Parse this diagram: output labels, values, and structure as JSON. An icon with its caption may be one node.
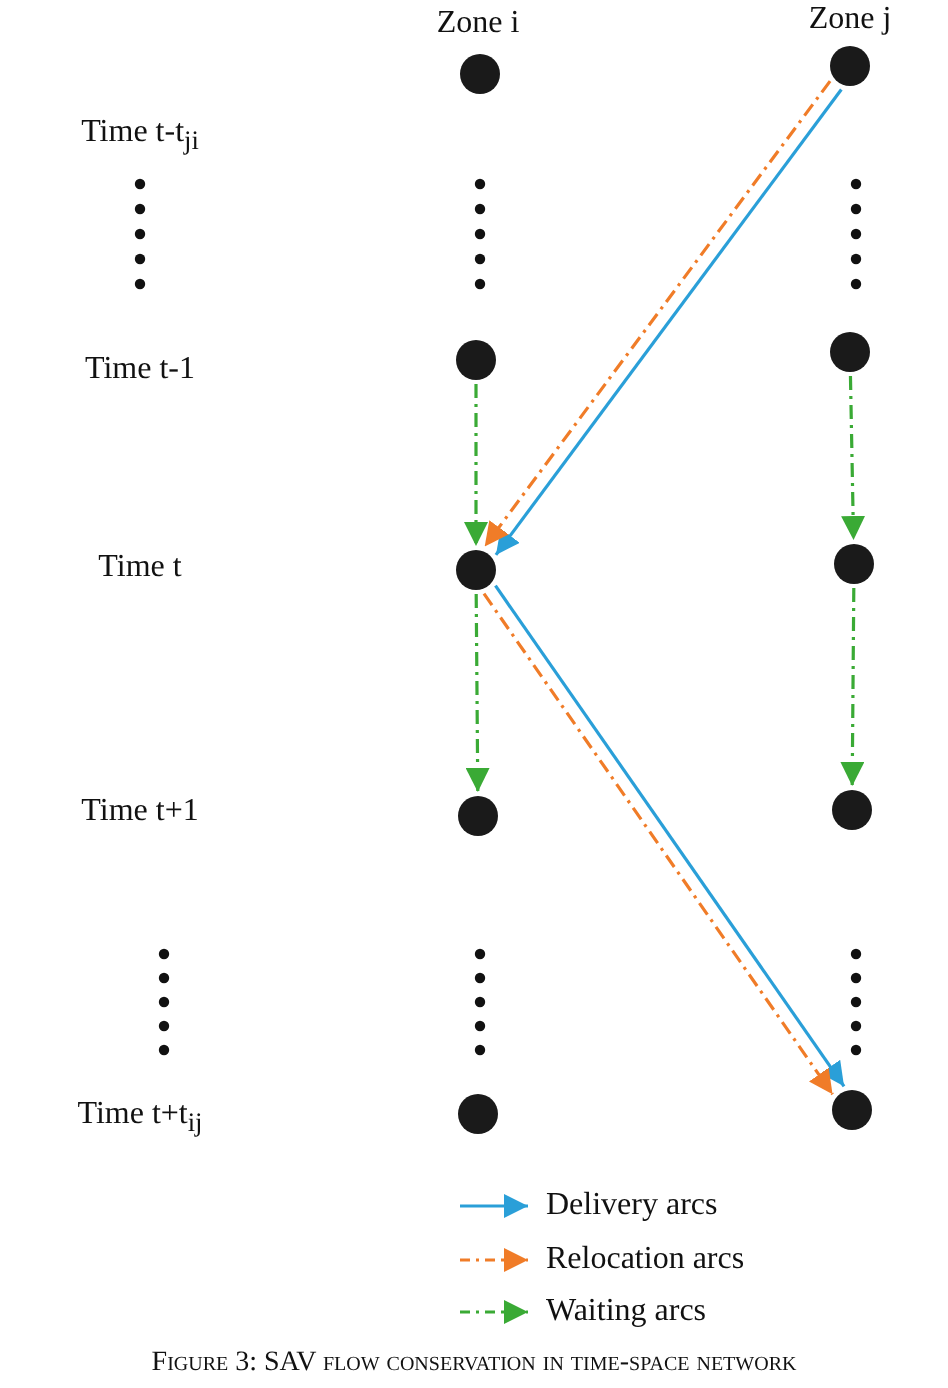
{
  "diagram": {
    "caption": "Figure 3: SAV flow conservation in time-space network",
    "nodes": [
      {
        "text": [],
        "shape": "circle"
      },
      {
        "text": [],
        "shape": "circle"
      },
      {
        "text": [],
        "shape": "circle"
      },
      {
        "text": [],
        "shape": "circle"
      },
      {
        "text": [],
        "shape": "circle"
      },
      {
        "text": [],
        "shape": "circle"
      },
      {
        "text": [],
        "shape": "circle"
      },
      {
        "text": [],
        "shape": "circle"
      },
      {
        "text": [],
        "shape": "circle"
      },
      {
        "text": [],
        "shape": "circle"
      }
    ],
    "edges": [
      {
        "from": 1,
        "to": 4,
        "arrow": "to",
        "color": "#2a9fd8"
      },
      {
        "from": 1,
        "to": 4,
        "arrow": "to",
        "style": "dashed",
        "color": "#f07c28"
      },
      {
        "from": 2,
        "to": 4,
        "arrow": "to",
        "style": "dashed",
        "color": "#3aaa35"
      },
      {
        "from": 3,
        "to": 5,
        "arrow": "to",
        "style": "dashed",
        "color": "#3aaa35"
      },
      {
        "from": 4,
        "to": 6,
        "arrow": "to",
        "style": "dashed",
        "color": "#3aaa35"
      },
      {
        "from": 5,
        "to": 7,
        "arrow": "to",
        "style": "dashed",
        "color": "#3aaa35"
      },
      {
        "from": 4,
        "to": 9,
        "arrow": "to",
        "color": "#2a9fd8"
      },
      {
        "from": 4,
        "to": 9,
        "arrow": "to",
        "style": "dashed",
        "color": "#f07c28"
      }
    ],
    "labels": [
      "Zone i",
      "Zone j",
      "Time t-t$_{ji}$",
      "Time t-1",
      "Time t",
      "Time t+1",
      "Time t+t$_{ij}$"
    ],
    "legend": [
      {
        "text": "Delivery arcs"
      },
      {
        "text": "Relocation arcs"
      },
      {
        "text": "Waiting arcs"
      }
    ]
  }
}
